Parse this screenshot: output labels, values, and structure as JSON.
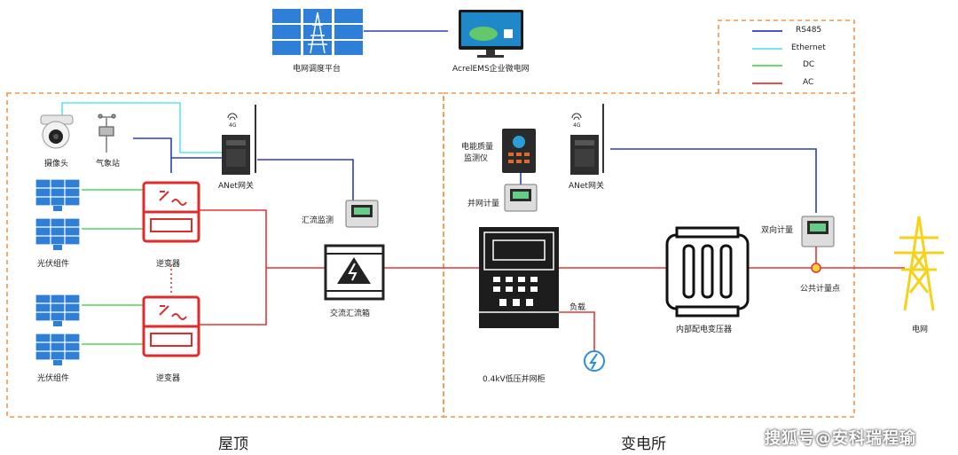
{
  "legend": {
    "rs485": {
      "label": "RS485",
      "color": "#2a3fbf"
    },
    "ethernet": {
      "label": "Ethernet",
      "color": "#5fe4ee"
    },
    "dc": {
      "label": "DC",
      "color": "#55d65a"
    },
    "ac": {
      "label": "AC",
      "color": "#e83535"
    }
  },
  "labels": {
    "grid_dispatch": "电网调度平台",
    "acrel_ems": "AcrelEMS企业微电网",
    "camera": "摄像头",
    "weather_station": "气象站",
    "anet_gateway_roof": "ANet网关",
    "anet_gateway_sub": "ANet网关",
    "signal_4g_roof": "4G",
    "signal_4g_sub": "4G",
    "pv_module_1": "光伏组件",
    "pv_module_2": "光伏组件",
    "inverter_1": "逆变器",
    "inverter_2": "逆变器",
    "combiner_monitor": "汇流监测",
    "ac_combiner_box": "交流汇流箱",
    "power_quality_line1": "电能质量",
    "power_quality_line2": "监测仪",
    "grid_metering": "并网计量",
    "load": "负载",
    "lv_cabinet": "0.4kV低压并网柜",
    "bidirectional_meter": "双向计量",
    "pcc": "公共计量点",
    "internal_transformer": "内部配电变压器",
    "power_grid": "电网"
  },
  "regions": {
    "roof": "屋顶",
    "substation": "变电所"
  },
  "watermark": "搜狐号@安科瑞程瑜"
}
